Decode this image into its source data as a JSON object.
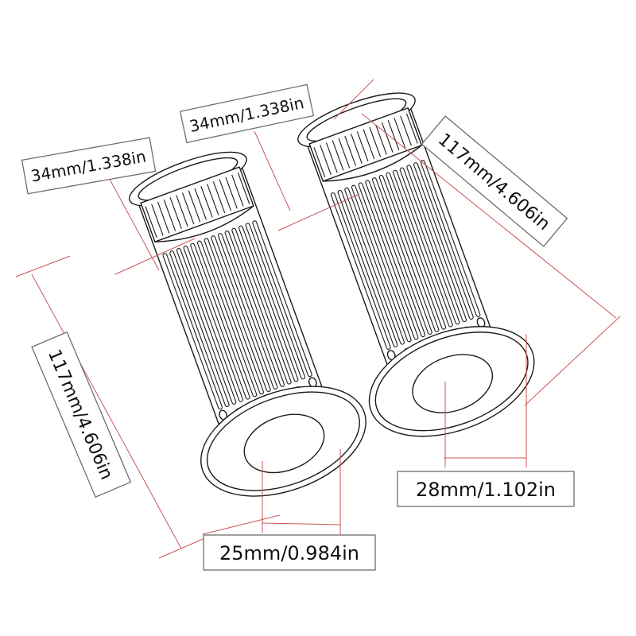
{
  "colors": {
    "dimension_line": "#cc5555",
    "outline": "#1b1b1b",
    "label_border": "#6e6e6e"
  },
  "labels": {
    "left_top_diameter": "34mm/1.338in",
    "right_top_diameter": "34mm/1.338in",
    "left_length": "117mm/4.606in",
    "right_length": "117mm/4.606in",
    "left_inner_diameter": "25mm/0.984in",
    "right_inner_diameter": "28mm/1.102in"
  }
}
